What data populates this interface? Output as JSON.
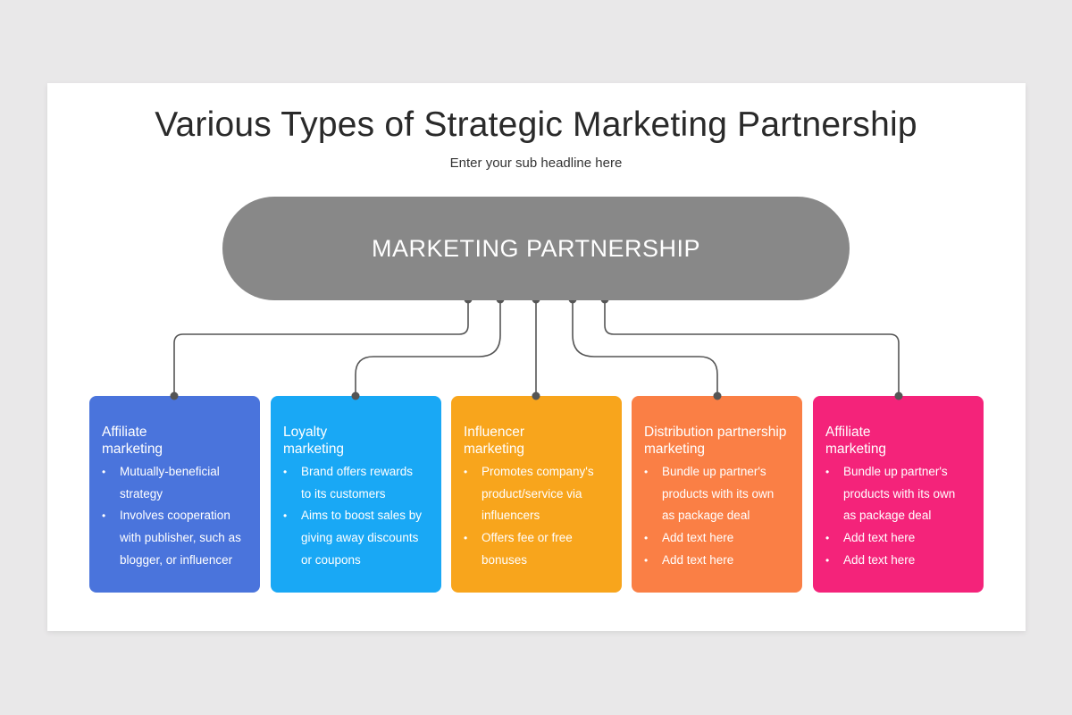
{
  "slide": {
    "title": "Various Types of Strategic Marketing Partnership",
    "subtitle": "Enter your sub headline here",
    "hub": {
      "label": "MARKETING PARTNERSHIP",
      "color": "#888888"
    },
    "connector_color": "#555555",
    "cards": [
      {
        "title_line1": "Affiliate",
        "title_line2": "marketing",
        "color": "#4a74dc",
        "bullets": [
          [
            "Mutually-beneficial",
            "strategy"
          ],
          [
            "Involves cooperation",
            "with publisher, such as",
            "blogger, or influencer"
          ]
        ]
      },
      {
        "title_line1": "Loyalty",
        "title_line2": "marketing",
        "color": "#19a8f5",
        "bullets": [
          [
            "Brand offers rewards",
            "to its customers"
          ],
          [
            "Aims to boost sales by",
            "giving away discounts",
            "or coupons"
          ]
        ]
      },
      {
        "title_line1": "Influencer",
        "title_line2": "marketing",
        "color": "#f8a51c",
        "bullets": [
          [
            "Promotes company's",
            "product/service  via",
            "influencers"
          ],
          [
            "Offers fee or free",
            "bonuses"
          ]
        ]
      },
      {
        "title_line1": "Distribution partnership",
        "title_line2": "marketing",
        "color": "#fa7f45",
        "bullets": [
          [
            "Bundle up partner's",
            "products with its own",
            "as package deal"
          ],
          [
            "Add text here"
          ],
          [
            "Add text here"
          ]
        ]
      },
      {
        "title_line1": "Affiliate",
        "title_line2": "marketing",
        "color": "#f4237a",
        "bullets": [
          [
            "Bundle up partner's",
            "products with its own",
            "as package deal"
          ],
          [
            "Add text here"
          ],
          [
            "Add text here"
          ]
        ]
      }
    ]
  }
}
